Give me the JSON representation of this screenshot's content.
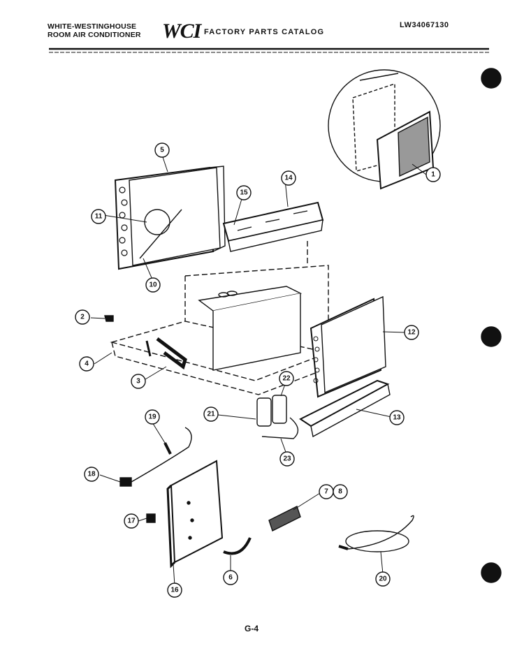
{
  "header": {
    "brand_line1": "WHITE-WESTINGHOUSE",
    "brand_line2": "ROOM AIR CONDITIONER",
    "logo": "WCI",
    "catalog_title": "FACTORY PARTS CATALOG",
    "catalog_code": "LW34067130"
  },
  "page_label": "G-4",
  "callouts": {
    "c1": "1",
    "c2": "2",
    "c3": "3",
    "c4": "4",
    "c5": "5",
    "c6": "6",
    "c7": "7",
    "c8": "8",
    "c11": "11",
    "c12": "12",
    "c13": "13",
    "c14": "14",
    "c15": "15",
    "c16": "16",
    "c17": "17",
    "c18": "18",
    "c19": "19",
    "c20": "20",
    "c21": "21",
    "c22": "22",
    "c23": "23",
    "c10": "10"
  },
  "colors": {
    "ink": "#111111",
    "paper": "#ffffff"
  }
}
